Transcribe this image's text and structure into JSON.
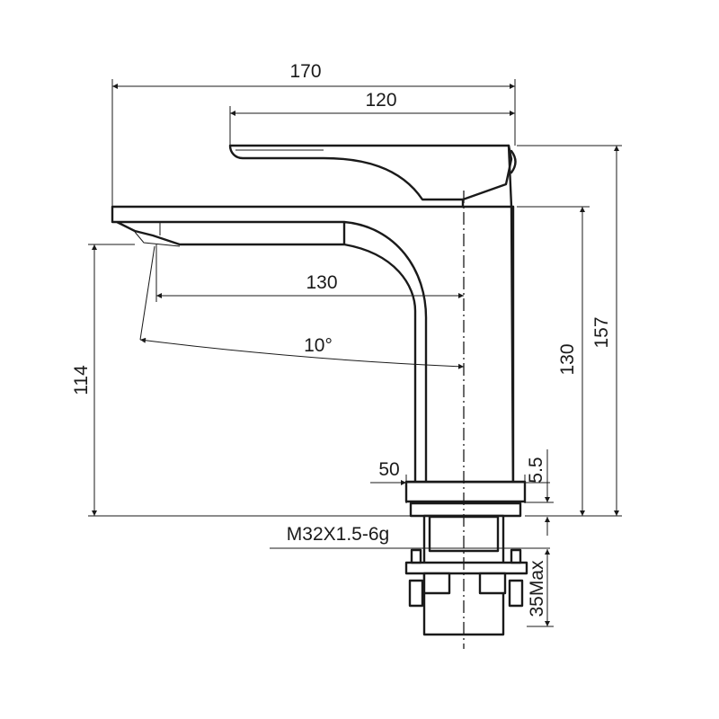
{
  "dimensions": {
    "overall_length": "170",
    "handle_length": "120",
    "spout_reach": "130",
    "angle": "10°",
    "spout_height": "114",
    "body_height": "130",
    "total_height": "157",
    "base_diameter": "50",
    "base_thickness": "5.5",
    "thread": "M32X1.5-6g",
    "max_counter_thickness": "35Max"
  }
}
